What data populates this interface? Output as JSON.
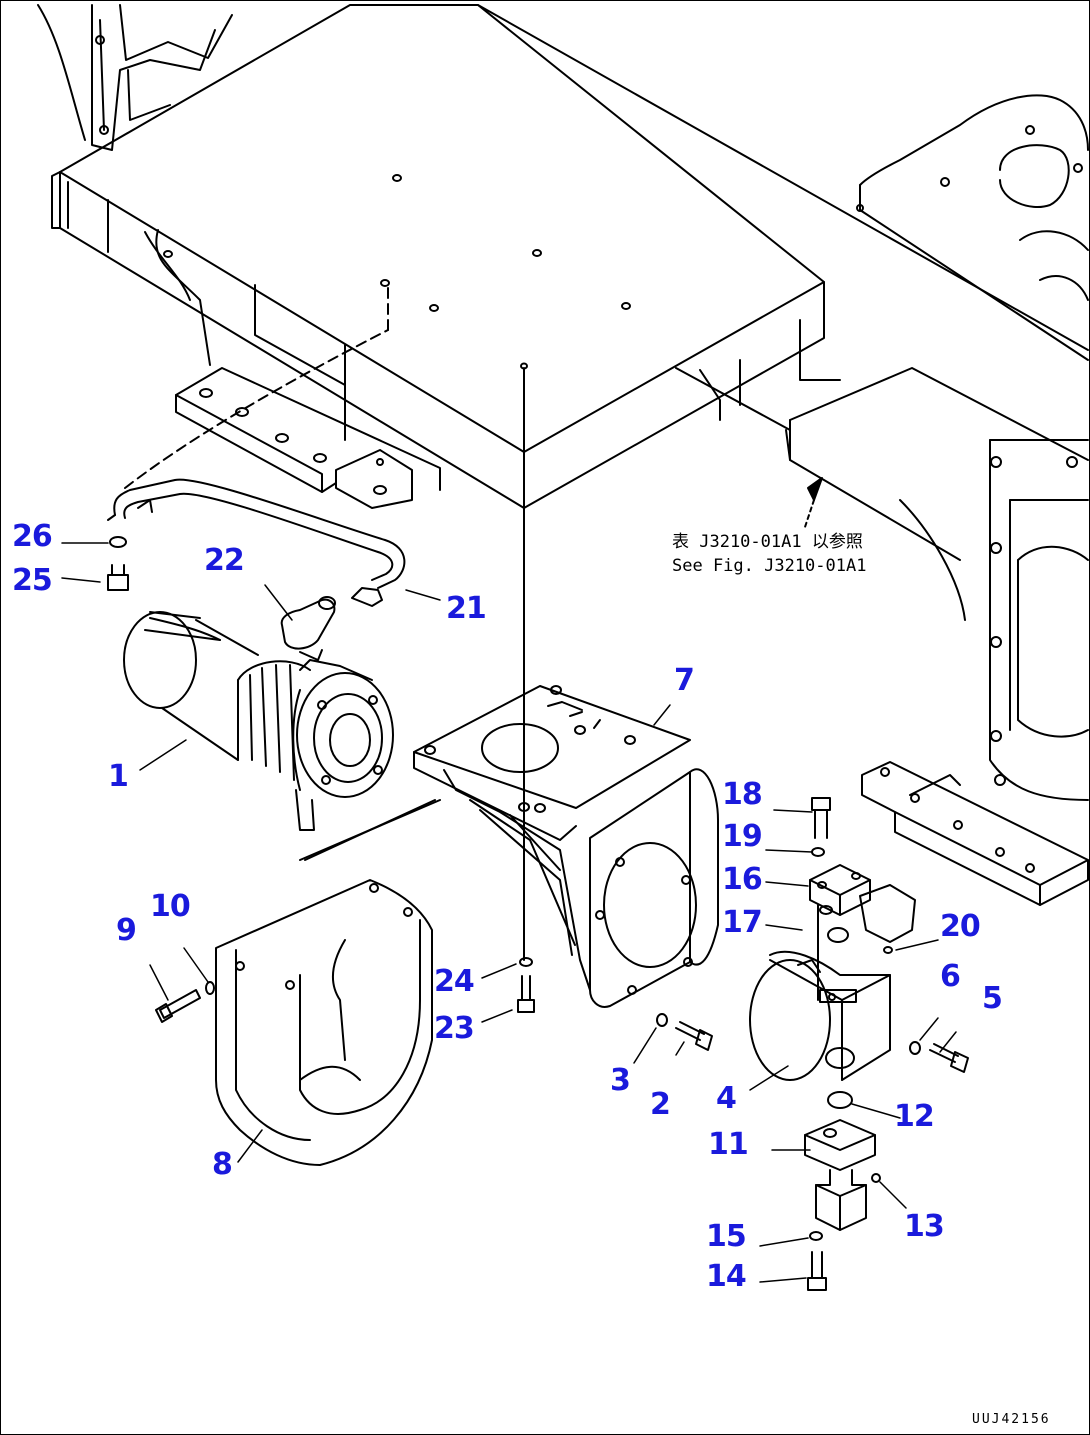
{
  "reference": {
    "line1": "表 J3210-01A1 以参照",
    "line2": "See Fig. J3210-01A1"
  },
  "drawing_code": "UUJ42156",
  "callouts": [
    {
      "id": "p1",
      "label": "1"
    },
    {
      "id": "p2",
      "label": "2"
    },
    {
      "id": "p3",
      "label": "3"
    },
    {
      "id": "p4",
      "label": "4"
    },
    {
      "id": "p5",
      "label": "5"
    },
    {
      "id": "p6",
      "label": "6"
    },
    {
      "id": "p7",
      "label": "7"
    },
    {
      "id": "p8",
      "label": "8"
    },
    {
      "id": "p9",
      "label": "9"
    },
    {
      "id": "p10",
      "label": "10"
    },
    {
      "id": "p11",
      "label": "11"
    },
    {
      "id": "p12",
      "label": "12"
    },
    {
      "id": "p13",
      "label": "13"
    },
    {
      "id": "p14",
      "label": "14"
    },
    {
      "id": "p15",
      "label": "15"
    },
    {
      "id": "p16",
      "label": "16"
    },
    {
      "id": "p17",
      "label": "17"
    },
    {
      "id": "p18",
      "label": "18"
    },
    {
      "id": "p19",
      "label": "19"
    },
    {
      "id": "p20",
      "label": "20"
    },
    {
      "id": "p21",
      "label": "21"
    },
    {
      "id": "p22",
      "label": "22"
    },
    {
      "id": "p23",
      "label": "23"
    },
    {
      "id": "p24",
      "label": "24"
    },
    {
      "id": "p25",
      "label": "25"
    },
    {
      "id": "p26",
      "label": "26"
    }
  ],
  "colors": {
    "callout": "#1a1adc",
    "line": "#000000"
  }
}
